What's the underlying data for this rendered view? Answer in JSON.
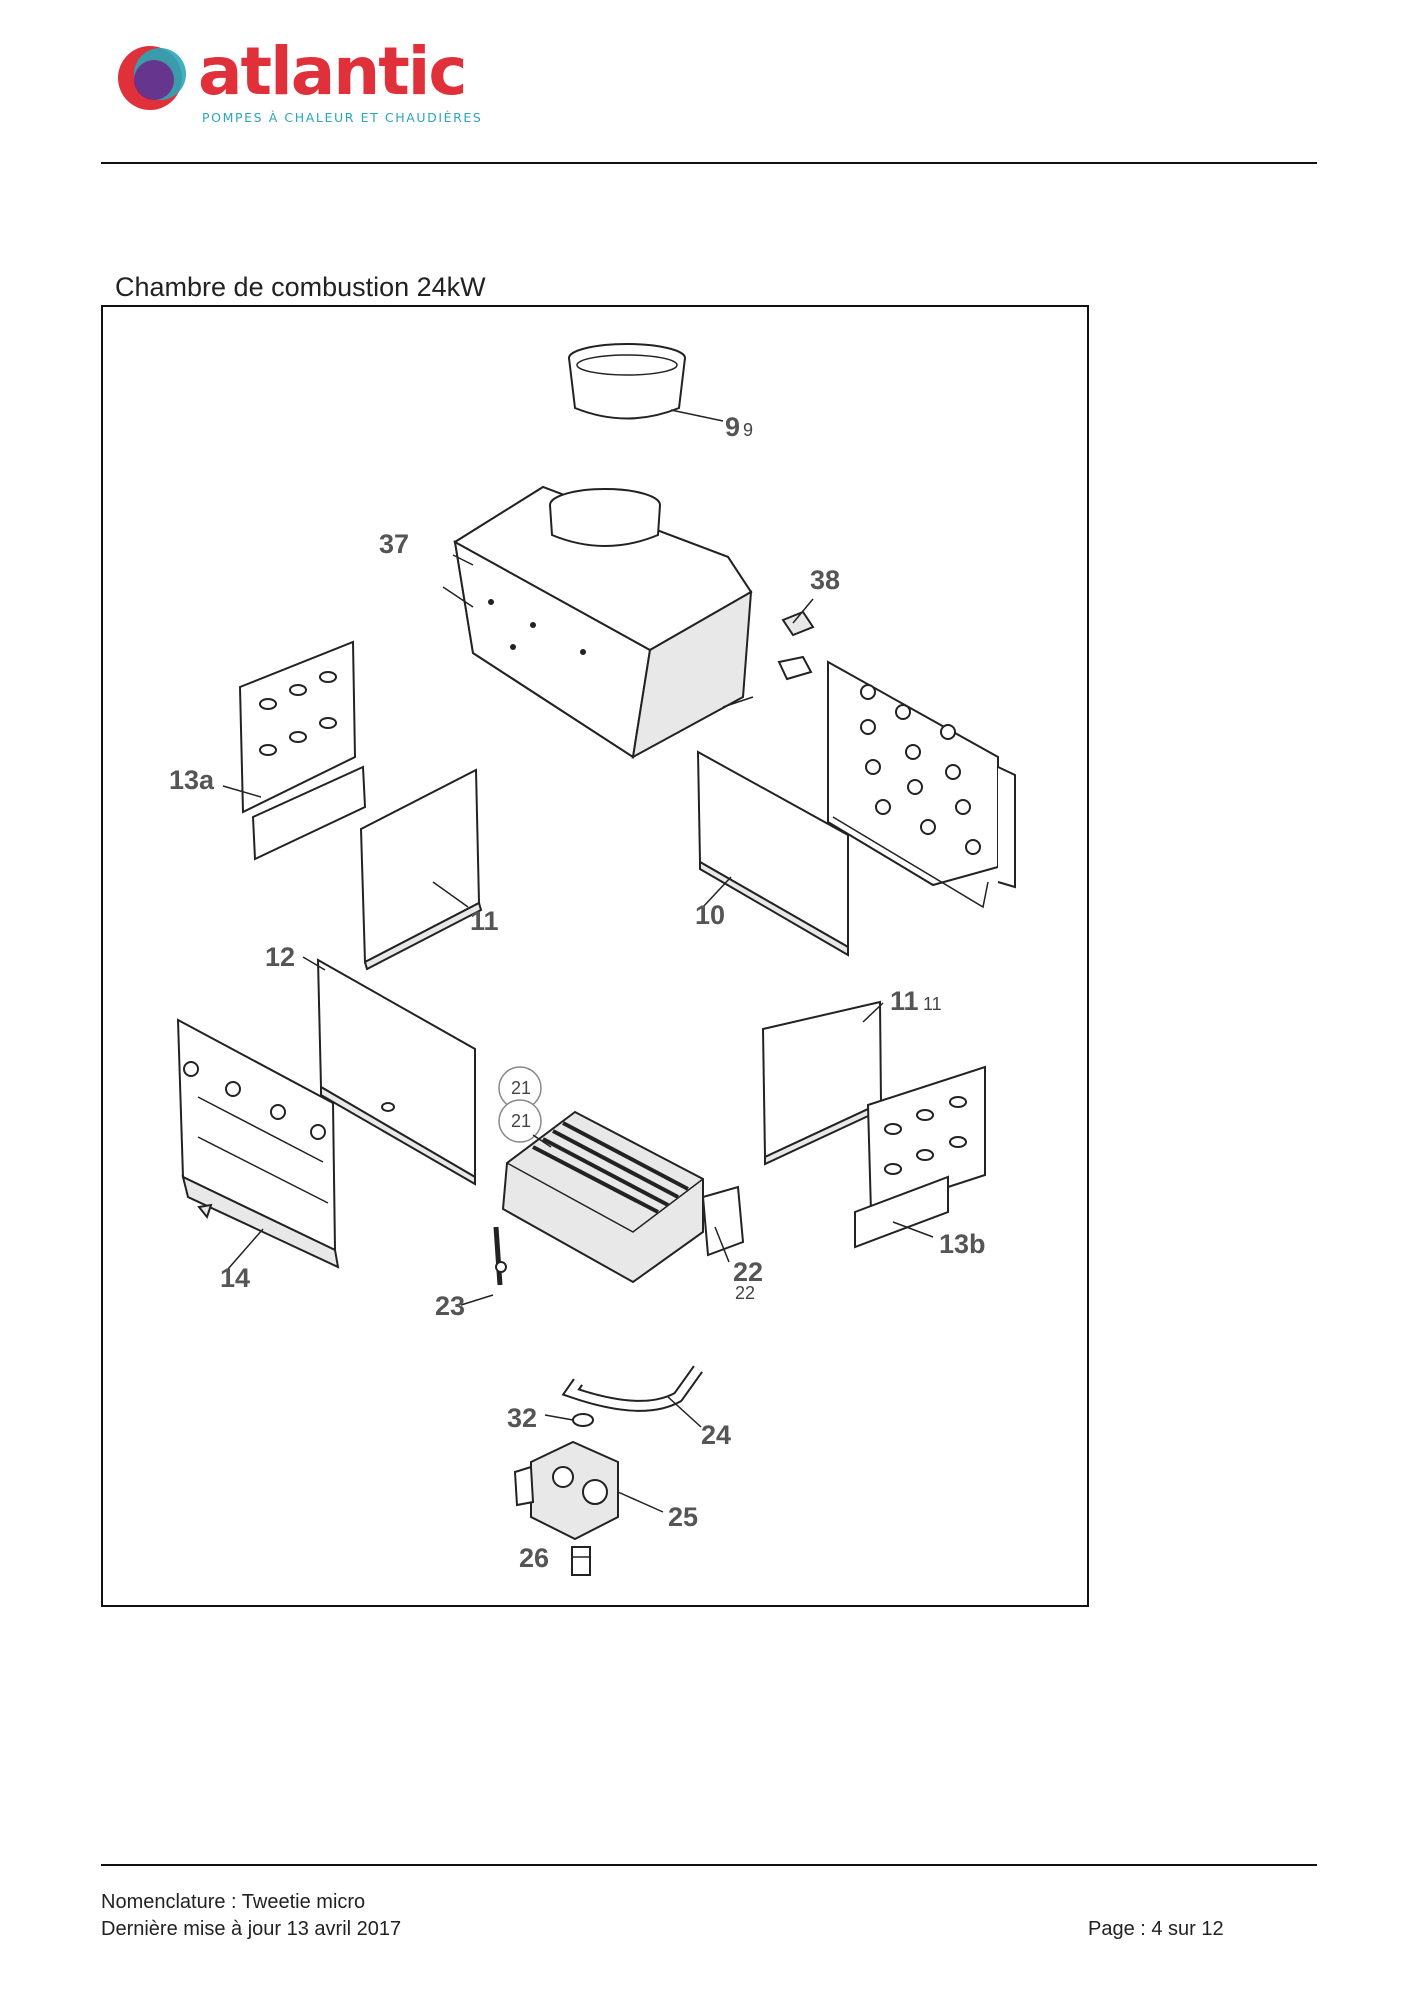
{
  "header": {
    "logo_word": "atlantic",
    "logo_tagline": "POMPES À CHALEUR ET CHAUDIÈRES"
  },
  "diagram": {
    "title": "Chambre de combustion 24kW",
    "labels": {
      "l9": "9",
      "l37": "37",
      "l38": "38",
      "l13a": "13a",
      "l11a": "11",
      "l10": "10",
      "l12": "12",
      "l11b": "11",
      "l21a": "21",
      "l21b": "21",
      "l14": "14",
      "l13b": "13b",
      "l22": "22",
      "l23": "23",
      "l32": "32",
      "l24": "24",
      "l25": "25",
      "l26": "26"
    }
  },
  "footer": {
    "line1": "Nomenclature : Tweetie micro",
    "line2": "Dernière mise à jour 13 avril 2017",
    "page": "Page : 4 sur 12"
  },
  "colors": {
    "brand_red": "#e0303a",
    "brand_teal": "#2aa7b8",
    "brand_purple": "#6a2b8c"
  }
}
